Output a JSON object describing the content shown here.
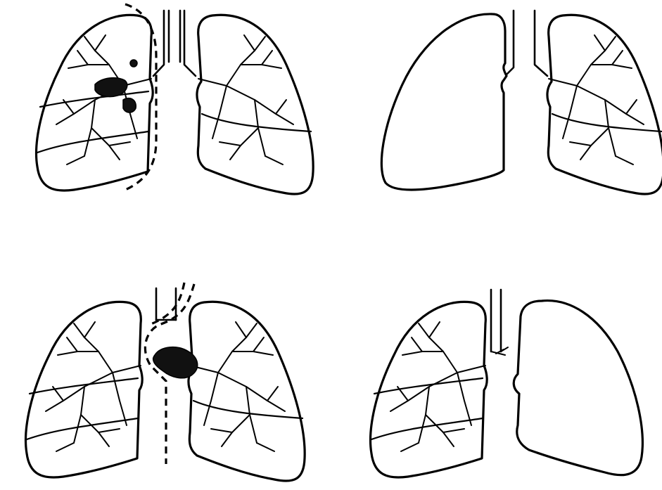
{
  "figure": {
    "panels": [
      {
        "id": "top-left",
        "procedure": "resection-line-left",
        "removed": "none"
      },
      {
        "id": "top-right",
        "procedure": "pneumonectomy",
        "removed": "left-lung-outline-only"
      },
      {
        "id": "bottom-left",
        "procedure": "resection-line-right",
        "removed": "none"
      },
      {
        "id": "bottom-right",
        "procedure": "pneumonectomy",
        "removed": "right-lung-outline-only"
      }
    ],
    "colors": {
      "ink": "#000000",
      "paper": "#ffffff",
      "tumor": "#111111"
    }
  }
}
